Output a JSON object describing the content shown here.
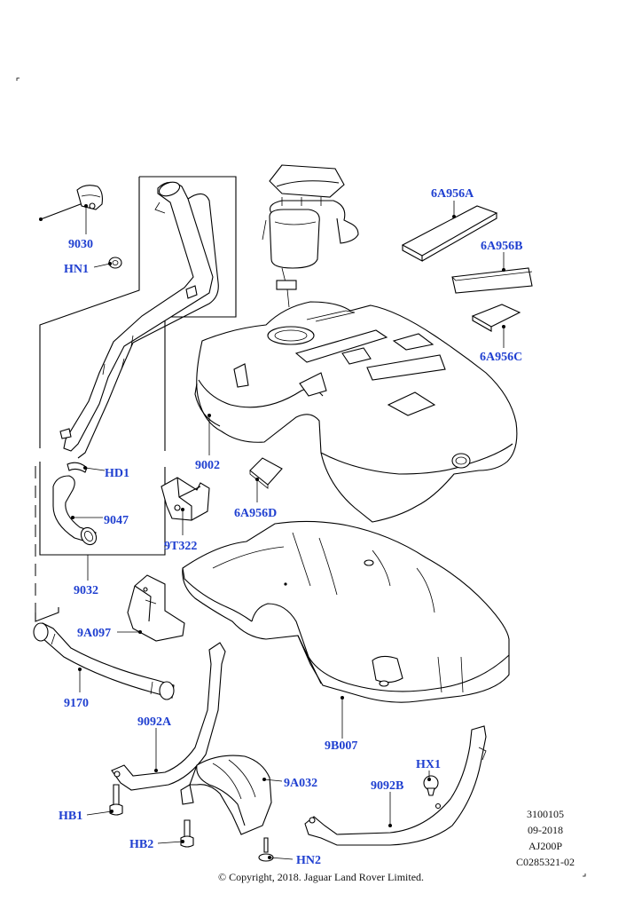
{
  "labels": {
    "p9030": "9030",
    "hn1": "HN1",
    "hd1": "HD1",
    "p9047": "9047",
    "p9032": "9032",
    "p9002": "9002",
    "p9t322": "9T322",
    "p6a956d": "6A956D",
    "p6a956a": "6A956A",
    "p6a956b": "6A956B",
    "p6a956c": "6A956C",
    "p9a097": "9A097",
    "p9170": "9170",
    "p9092a": "9092A",
    "p9b007": "9B007",
    "p9a032": "9A032",
    "hx1": "HX1",
    "p9092b": "9092B",
    "hb1": "HB1",
    "hb2": "HB2",
    "hn2": "HN2"
  },
  "info": {
    "code": "3100105",
    "date": "09-2018",
    "model": "AJ200P",
    "ref": "C0285321-02"
  },
  "copyright": "© Copyright, 2018. Jaguar Land Rover Limited.",
  "colors": {
    "label": "#1f3fd0",
    "line": "#000000"
  }
}
